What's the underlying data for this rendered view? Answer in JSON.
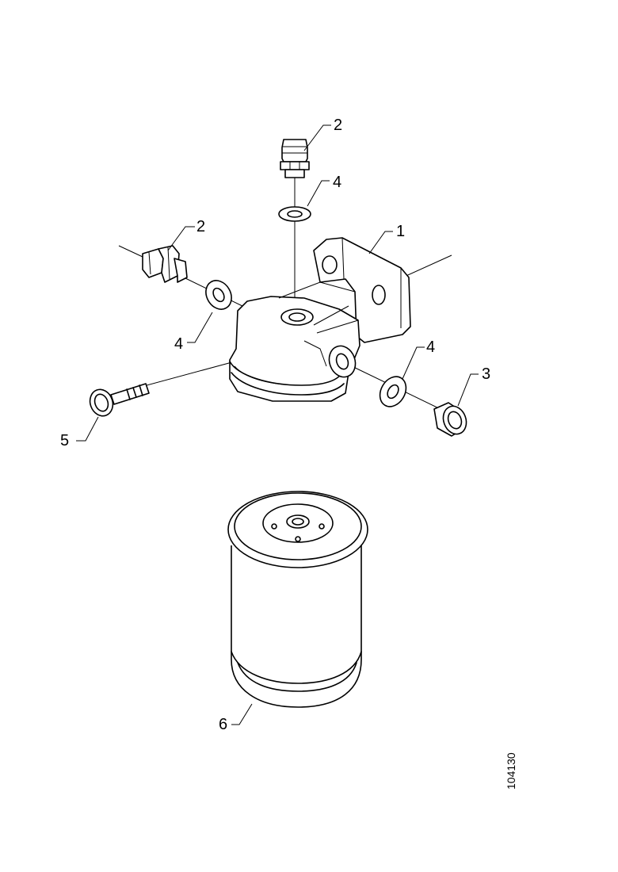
{
  "callouts": {
    "c1": "1",
    "c2_top": "2",
    "c2_left": "2",
    "c3": "3",
    "c4_top": "4",
    "c4_left": "4",
    "c4_right": "4",
    "c5": "5",
    "c6": "6"
  },
  "reference_number": "104130"
}
